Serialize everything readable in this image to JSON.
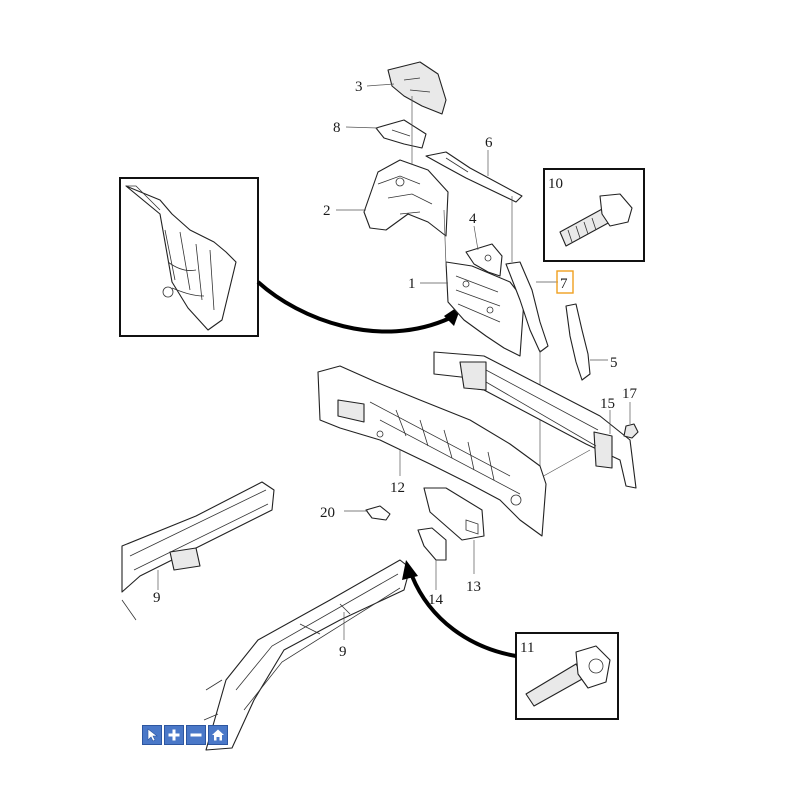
{
  "callouts": {
    "c1": "1",
    "c2": "2",
    "c3": "3",
    "c4": "4",
    "c5": "5",
    "c6": "6",
    "c7": "7",
    "c8": "8",
    "c9a": "9",
    "c9b": "9",
    "c10": "10",
    "c11": "11",
    "c12": "12",
    "c13": "13",
    "c14": "14",
    "c15": "15",
    "c17": "17",
    "c20": "20"
  },
  "highlight_color": "#f0a020",
  "toolbar": {
    "icons": [
      "pointer-icon",
      "zoom-in-icon",
      "zoom-out-icon",
      "home-icon"
    ],
    "accent": "#4a78c8"
  }
}
